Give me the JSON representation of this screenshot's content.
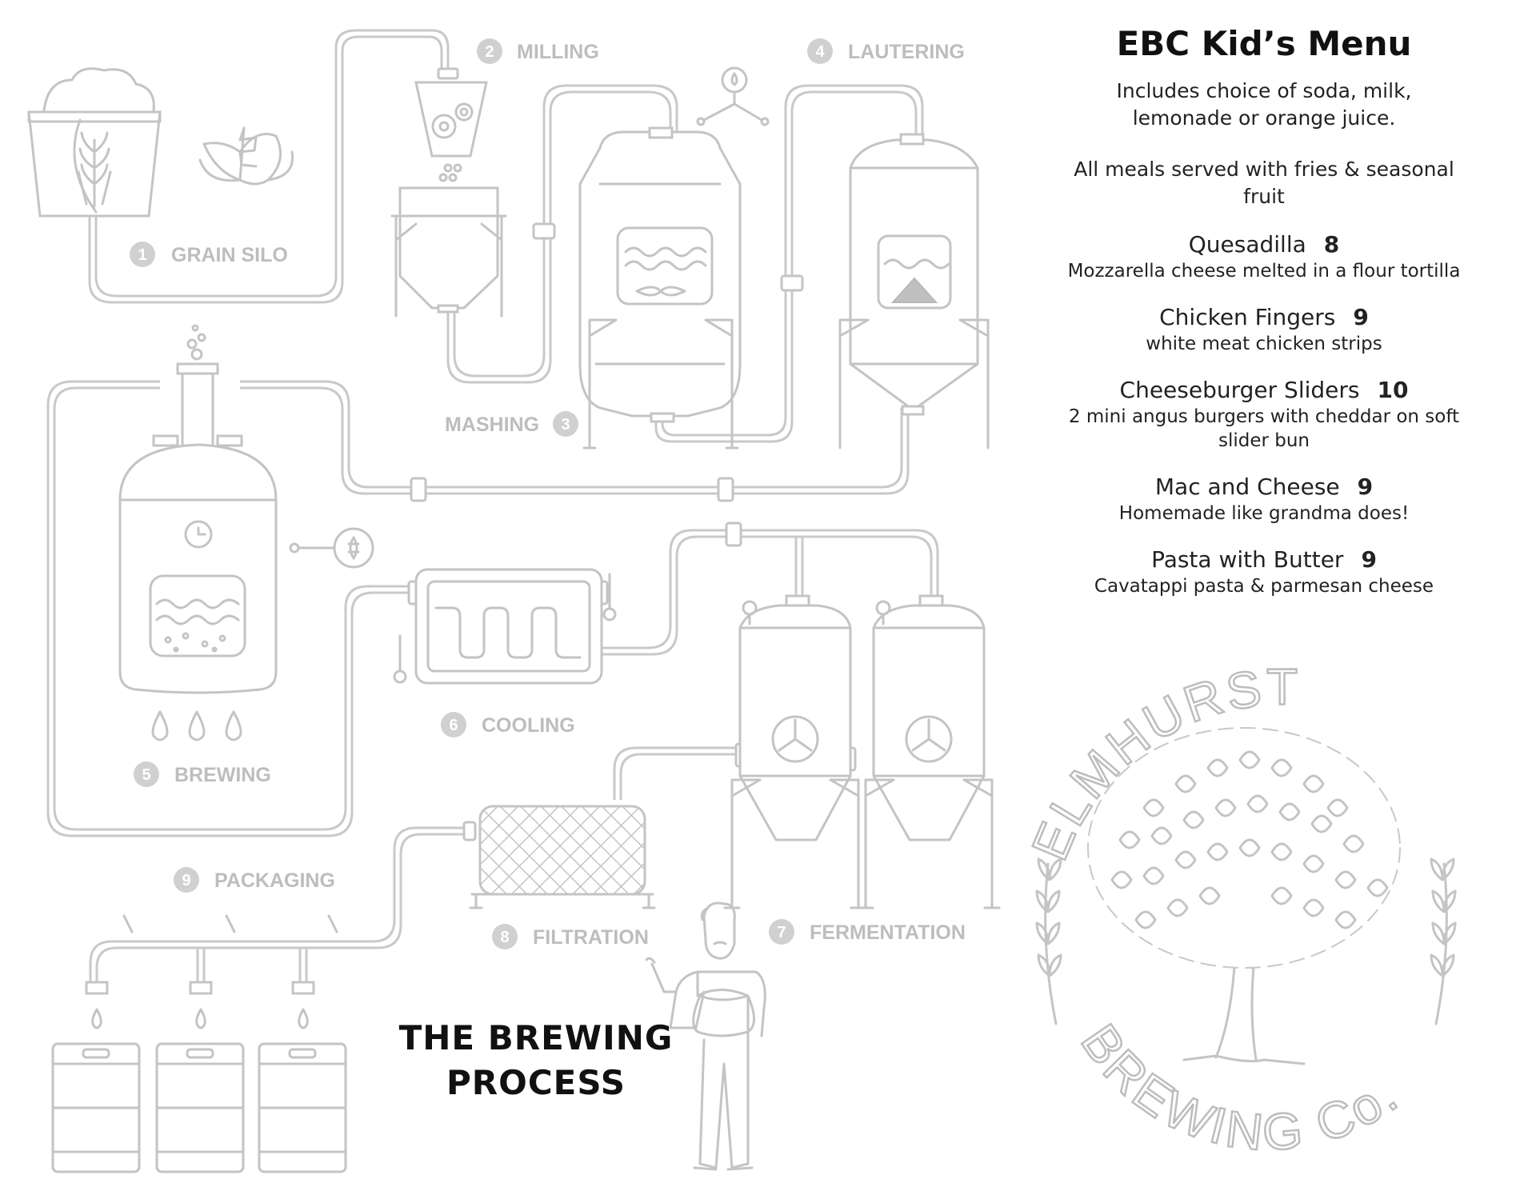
{
  "menu": {
    "title": "EBC Kid’s Menu",
    "intro_drinks": "Includes choice of soda, milk, lemonade or orange juice.",
    "intro_sides": "All meals served with fries & seasonal fruit",
    "items": [
      {
        "name": "Quesadilla",
        "price": "8",
        "desc": "Mozzarella cheese melted in a flour tortilla"
      },
      {
        "name": "Chicken Fingers",
        "price": "9",
        "desc": "white meat chicken strips"
      },
      {
        "name": "Cheeseburger Sliders",
        "price": "10",
        "desc": "2 mini angus burgers with cheddar on soft slider bun"
      },
      {
        "name": "Mac and Cheese",
        "price": "9",
        "desc": "Homemade like grandma does!"
      },
      {
        "name": "Pasta with Butter",
        "price": "9",
        "desc": "Cavatappi pasta & parmesan cheese"
      }
    ]
  },
  "process": {
    "title_line1": "THE BREWING",
    "title_line2": "PROCESS",
    "steps": [
      {
        "num": "1",
        "label": "GRAIN SILO"
      },
      {
        "num": "2",
        "label": "MILLING"
      },
      {
        "num": "3",
        "label": "MASHING"
      },
      {
        "num": "4",
        "label": "LAUTERING"
      },
      {
        "num": "5",
        "label": "BREWING"
      },
      {
        "num": "6",
        "label": "COOLING"
      },
      {
        "num": "7",
        "label": "FERMENTATION"
      },
      {
        "num": "8",
        "label": "FILTRATION"
      },
      {
        "num": "9",
        "label": "PACKAGING"
      }
    ]
  },
  "logo": {
    "top_text": "ELMHURST",
    "bottom_text": "BREWING Co."
  }
}
